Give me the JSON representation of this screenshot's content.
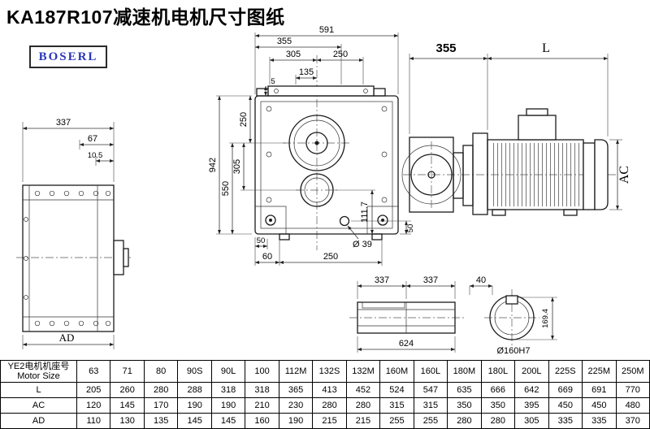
{
  "title": "KA187R107减速机电机尺寸图纸",
  "logo": {
    "text": "BOSERL"
  },
  "dims": {
    "front_591": "591",
    "front_355": "355",
    "front_305_top": "305",
    "front_250_top": "250",
    "front_135": "135",
    "front_5": "5",
    "front_942": "942",
    "front_550": "550",
    "front_305_left": "305",
    "front_250_left": "250",
    "front_111_7": "111.7",
    "front_50_bl": "50",
    "front_60": "60",
    "front_250_bottom": "250",
    "front_dia39": "Ø 39",
    "front_50_br": "50",
    "motor_355": "355",
    "motor_L": "L",
    "motor_AC": "AC",
    "side_337": "337",
    "side_67": "67",
    "side_10_5": "10.5",
    "side_AD": "AD",
    "shaft_337_a": "337",
    "shaft_337_b": "337",
    "shaft_624": "624",
    "sec_40": "40",
    "sec_169_4": "169.4",
    "sec_dia160": "Ø160H7"
  },
  "table": {
    "corner_line1": "YE2电机机座号",
    "corner_line2": "Motor Size",
    "columns": [
      "63",
      "71",
      "80",
      "90S",
      "90L",
      "100",
      "112M",
      "132S",
      "132M",
      "160M",
      "160L",
      "180M",
      "180L",
      "200L",
      "225S",
      "225M",
      "250M"
    ],
    "rows": [
      {
        "label": "L",
        "values": [
          "205",
          "260",
          "280",
          "288",
          "318",
          "318",
          "365",
          "413",
          "452",
          "524",
          "547",
          "635",
          "666",
          "642",
          "669",
          "691",
          "770"
        ]
      },
      {
        "label": "AC",
        "values": [
          "120",
          "145",
          "170",
          "190",
          "190",
          "210",
          "230",
          "280",
          "280",
          "315",
          "315",
          "350",
          "350",
          "395",
          "450",
          "450",
          "480"
        ]
      },
      {
        "label": "AD",
        "values": [
          "110",
          "130",
          "135",
          "145",
          "145",
          "160",
          "190",
          "215",
          "215",
          "255",
          "255",
          "280",
          "280",
          "305",
          "335",
          "335",
          "370"
        ]
      }
    ]
  }
}
